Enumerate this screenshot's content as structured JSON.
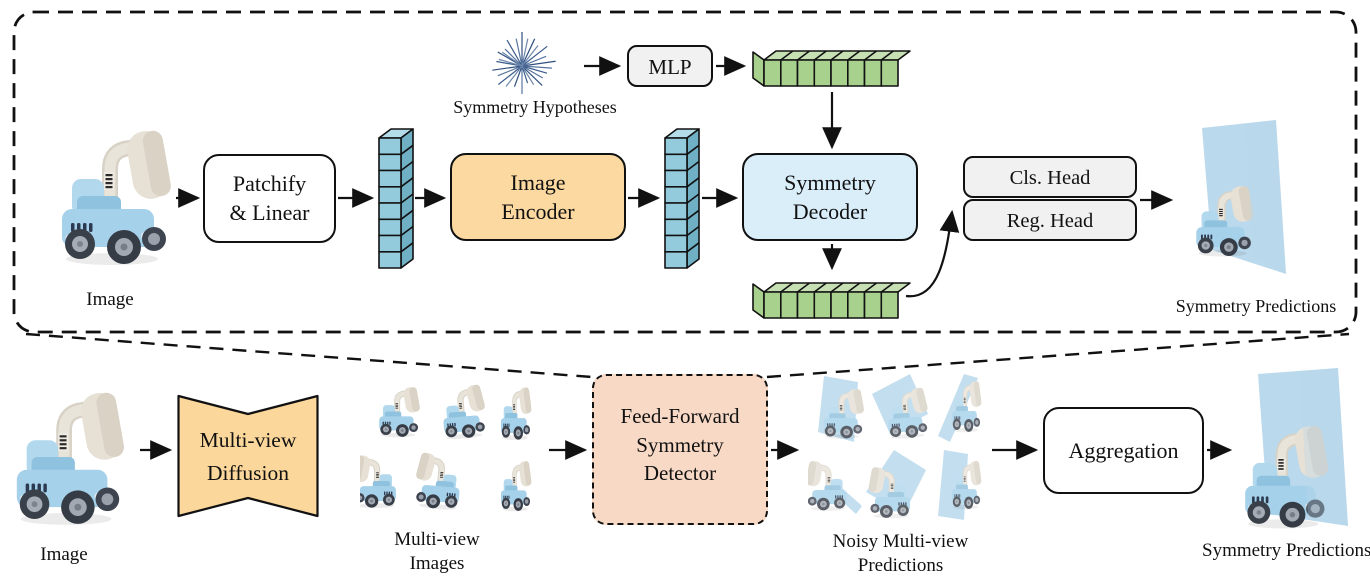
{
  "top": {
    "image_label": "Image",
    "patchify": {
      "l1": "Patchify",
      "l2": "& Linear"
    },
    "encoder": {
      "l1": "Image",
      "l2": "Encoder"
    },
    "hypotheses_label": "Symmetry Hypotheses",
    "mlp": "MLP",
    "decoder": {
      "l1": "Symmetry",
      "l2": "Decoder"
    },
    "cls_head": "Cls. Head",
    "reg_head": "Reg. Head",
    "predictions_label": "Symmetry Predictions"
  },
  "bottom": {
    "image_label": "Image",
    "diffusion": {
      "l1": "Multi-view",
      "l2": "Diffusion"
    },
    "multiview_images_label": {
      "l1": "Multi-view",
      "l2": "Images"
    },
    "detector": {
      "l1": "Feed-Forward",
      "l2": "Symmetry",
      "l3": "Detector"
    },
    "noisy_label": {
      "l1": "Noisy Multi-view",
      "l2": "Predictions"
    },
    "aggregation": "Aggregation",
    "predictions_label": "Symmetry Predictions"
  },
  "icons": {
    "starburst": "symmetry-hypotheses-rays-icon",
    "truck": "toy-excavator-image",
    "blue_tokens": "image-token-stack",
    "green_tokens": "hypothesis-token-row",
    "plane": "predicted-symmetry-plane"
  },
  "colors": {
    "encoder_fill": "#fbd9a0",
    "diffusion_fill": "#fbd79b",
    "decoder_fill": "#daeefa",
    "detector_fill": "#f8d9c6",
    "head_fill": "#f1f1f1",
    "token_blue_front": "#93cbdc",
    "token_blue_side": "#6fb0c4",
    "token_blue_top": "#b3dce8",
    "token_green_front": "#a9d18e",
    "token_green_top": "#c6e0b4",
    "plane_blue": "#b7d7eb",
    "stroke": "#111111"
  }
}
